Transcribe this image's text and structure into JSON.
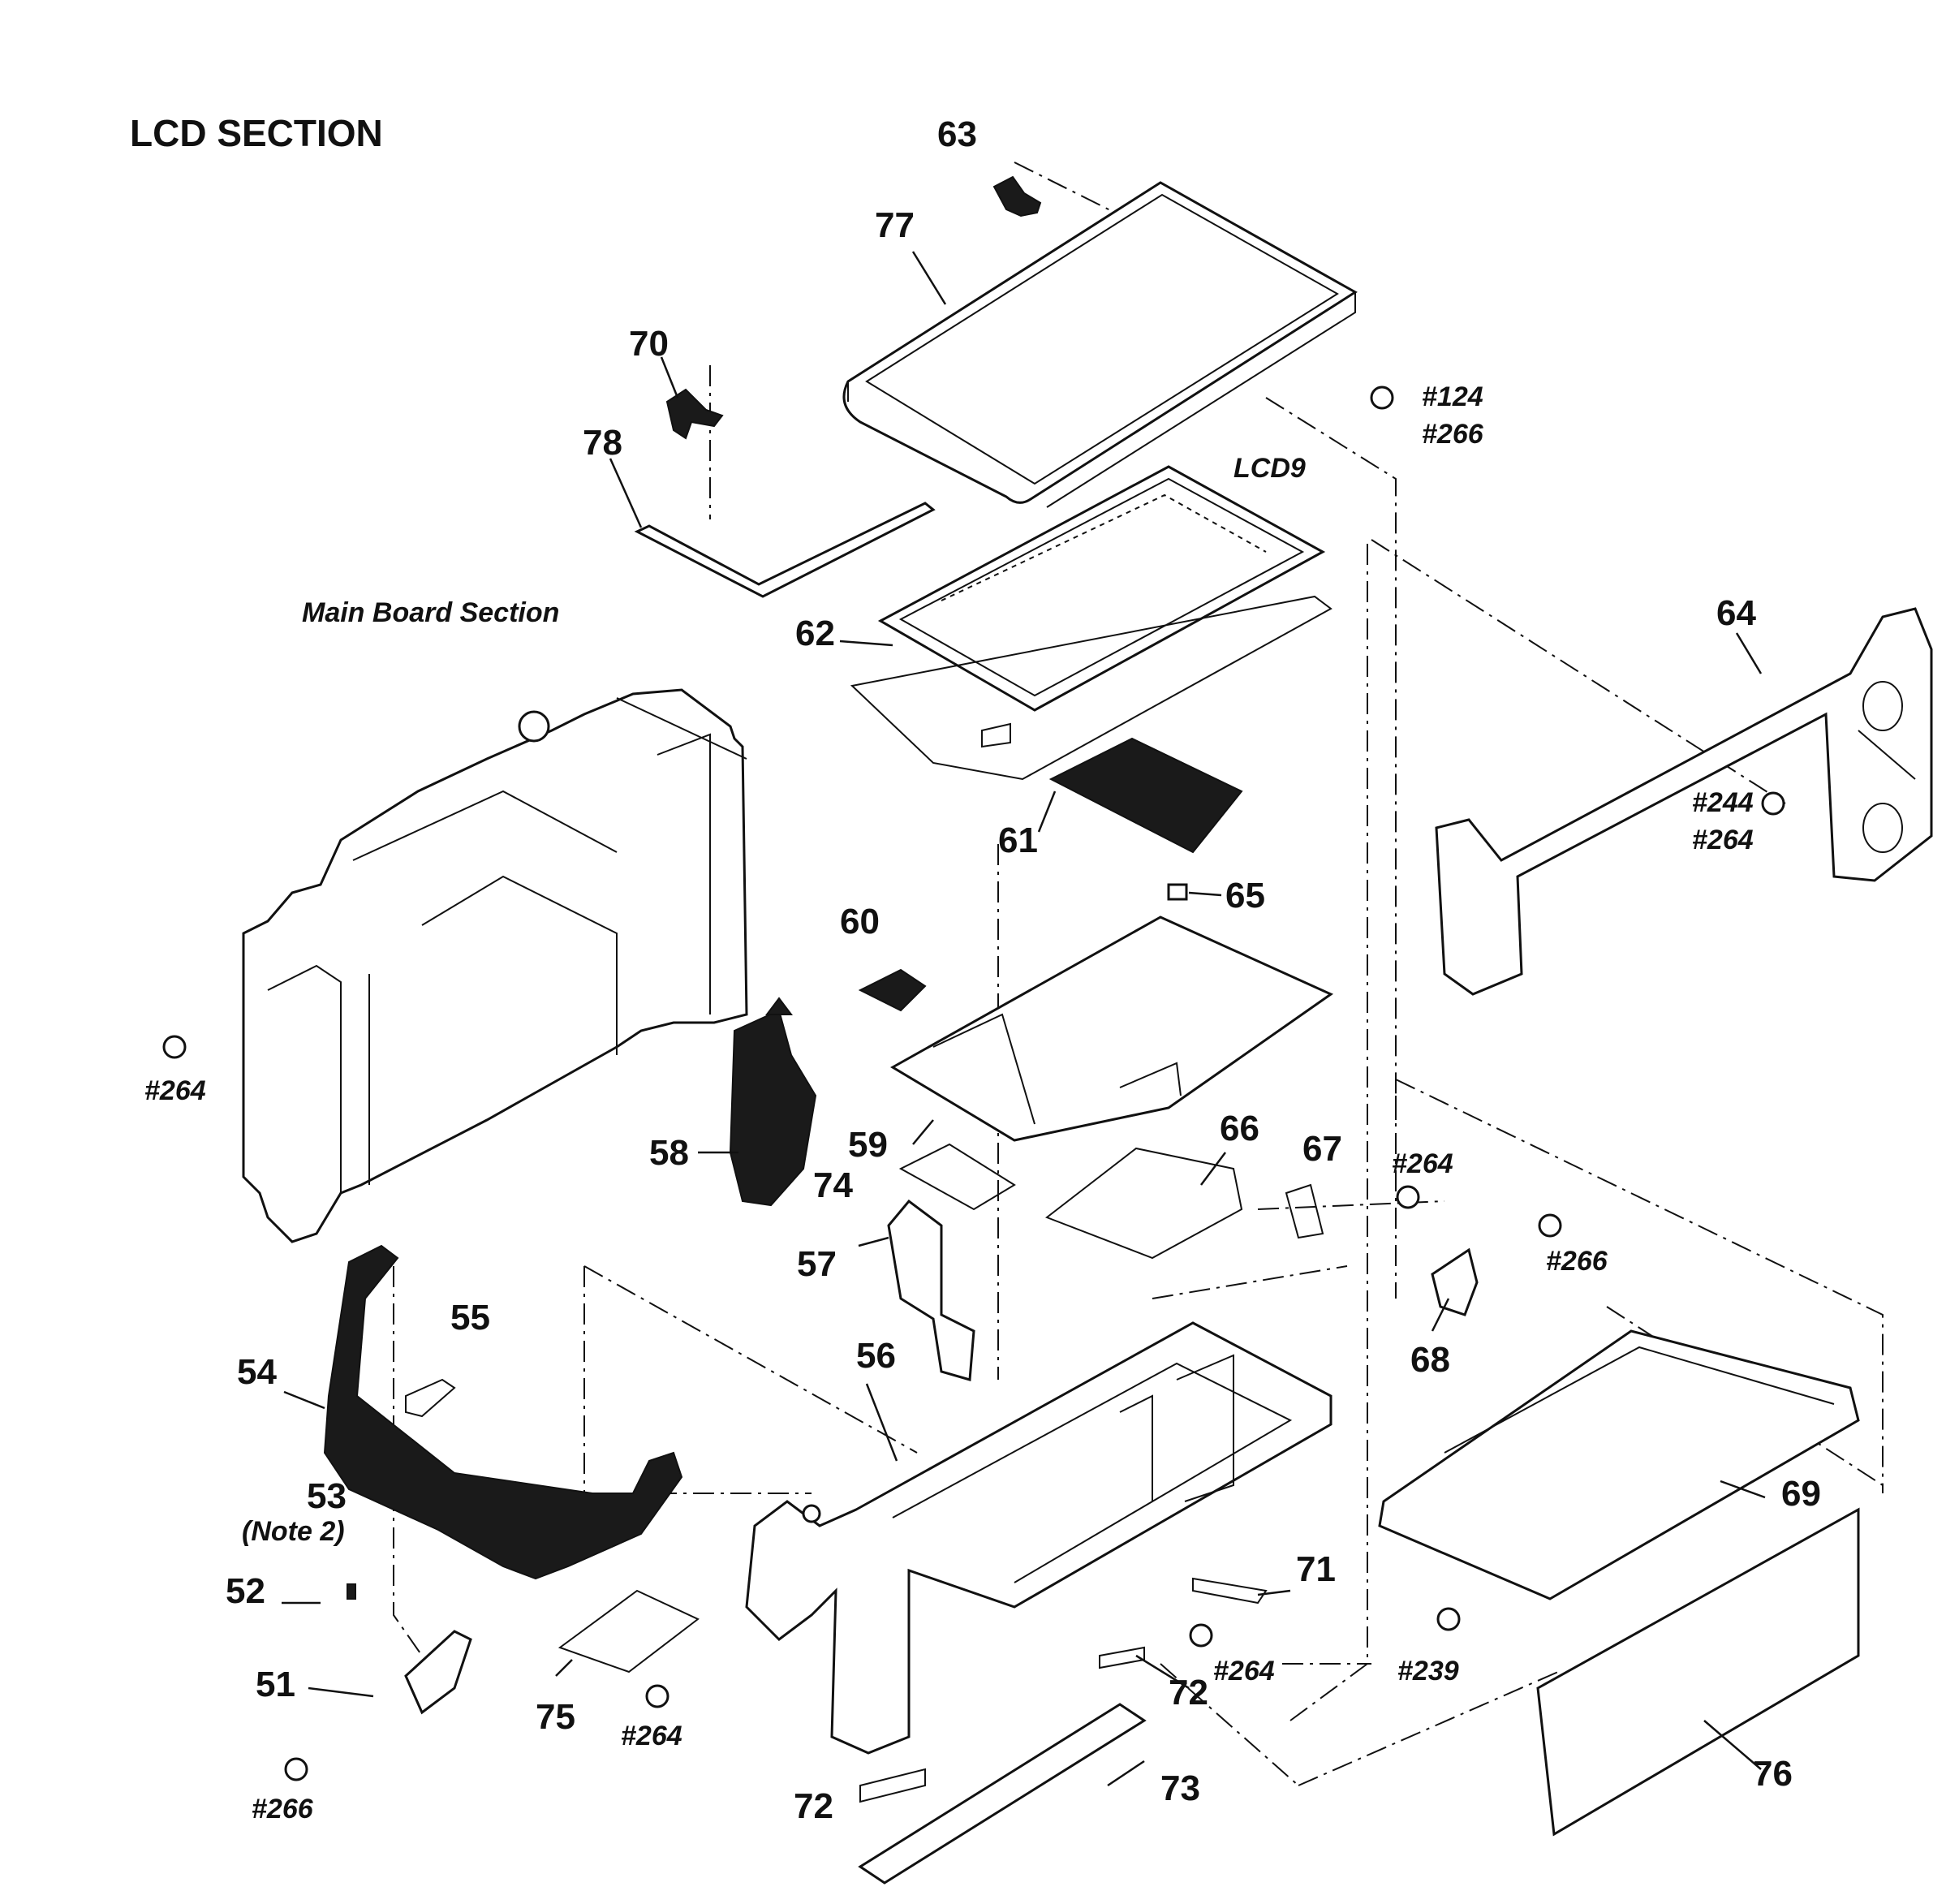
{
  "title": "LCD SECTION",
  "caption": "Main Board Section",
  "lcd_label": "LCD9",
  "note": "(Note 2)",
  "parts": {
    "p51": "51",
    "p52": "52",
    "p53": "53",
    "p54": "54",
    "p55": "55",
    "p56": "56",
    "p57": "57",
    "p58": "58",
    "p59": "59",
    "p60": "60",
    "p61": "61",
    "p62": "62",
    "p63": "63",
    "p64": "64",
    "p65": "65",
    "p66": "66",
    "p67": "67",
    "p68": "68",
    "p69": "69",
    "p70": "70",
    "p71": "71",
    "p72a": "72",
    "p72b": "72",
    "p73": "73",
    "p74": "74",
    "p75": "75",
    "p76": "76",
    "p77": "77",
    "p78": "78"
  },
  "screws": {
    "s124": "#124",
    "s266a": "#266",
    "s244": "#244",
    "s264a": "#264",
    "s264b": "#264",
    "s264c": "#264",
    "s266b": "#266",
    "s264d": "#264",
    "s239": "#239",
    "s264e": "#264",
    "s266c": "#266"
  }
}
